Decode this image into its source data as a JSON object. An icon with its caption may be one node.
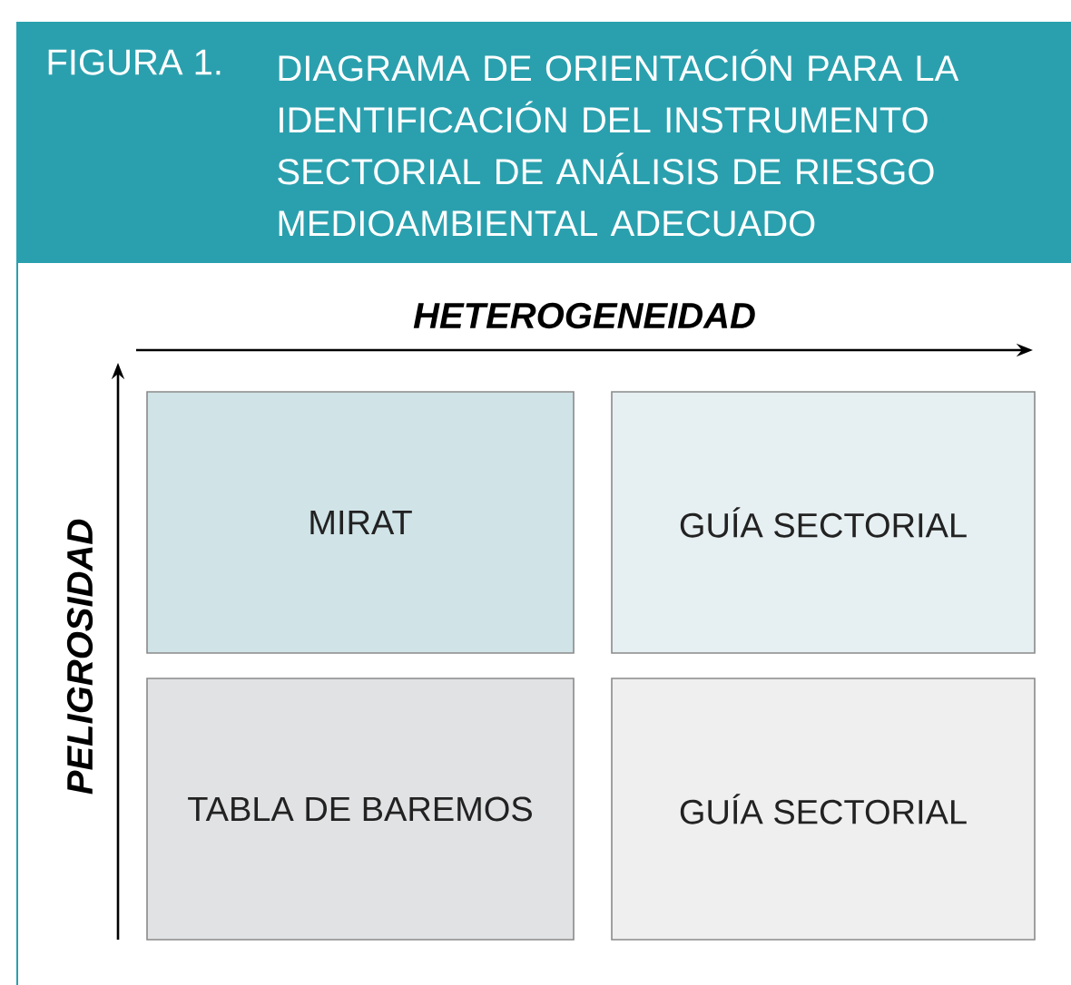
{
  "diagram": {
    "title": "DIAGRAMA DE ORIENTACIÓN PARA LA IDENTIFICACIÓN DEL INSTRUMENTO SECTORIAL DE ANÁLISIS DE RIESGO MEDIOAMBIENTAL ADECUADO",
    "nodes": [
      {
        "text": [
          "MIRAT"
        ]
      },
      {
        "text": [
          "GUÍA SECTORIAL"
        ]
      },
      {
        "text": [
          "TABLA DE BAREMOS"
        ]
      },
      {
        "text": [
          "GUÍA SECTORIAL"
        ]
      }
    ],
    "labels": [
      "FIGURA 1.",
      "HETEROGENEIDAD",
      "PELIGROSIDAD"
    ]
  }
}
